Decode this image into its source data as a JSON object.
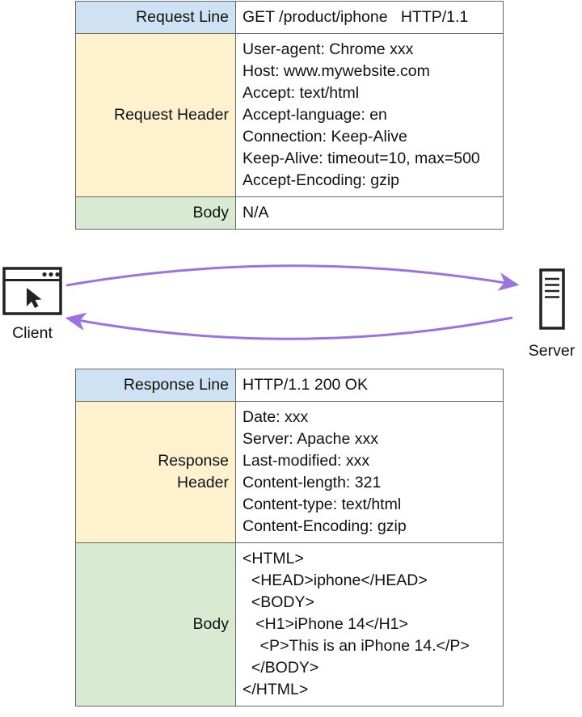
{
  "colors": {
    "line_label_bg": "#cfe2f3",
    "header_label_bg": "#fdf2cd",
    "body_label_bg": "#d9ead3",
    "arrow": "#9a73e0",
    "border": "#666666",
    "text": "#111111"
  },
  "request": {
    "rows": [
      {
        "label": "Request Line",
        "value": "GET /product/iphone   HTTP/1.1"
      },
      {
        "label": "Request Header",
        "value": "User-agent: Chrome xxx\nHost: www.mywebsite.com\nAccept: text/html\nAccept-language: en\nConnection: Keep-Alive\nKeep-Alive: timeout=10, max=500\nAccept-Encoding: gzip"
      },
      {
        "label": "Body",
        "value": "N/A"
      }
    ]
  },
  "exchange": {
    "client": {
      "caption": "Client",
      "icon": "browser-window-cursor-icon"
    },
    "server": {
      "caption": "Server",
      "icon": "server-rack-icon"
    },
    "arrows": [
      {
        "name": "request-arrow",
        "direction": "client-to-server"
      },
      {
        "name": "response-arrow",
        "direction": "server-to-client"
      }
    ]
  },
  "response": {
    "rows": [
      {
        "label": "Response Line",
        "value": "HTTP/1.1 200 OK"
      },
      {
        "label": "Response\nHeader",
        "value": "Date: xxx\nServer: Apache xxx\nLast-modified: xxx\nContent-length: 321\nContent-type: text/html\nContent-Encoding: gzip"
      },
      {
        "label": "Body",
        "value": "<HTML>\n  <HEAD>iphone</HEAD>\n  <BODY>\n   <H1>iPhone 14</H1>\n    <P>This is an iPhone 14.</P>\n  </BODY>\n</HTML>"
      }
    ]
  }
}
